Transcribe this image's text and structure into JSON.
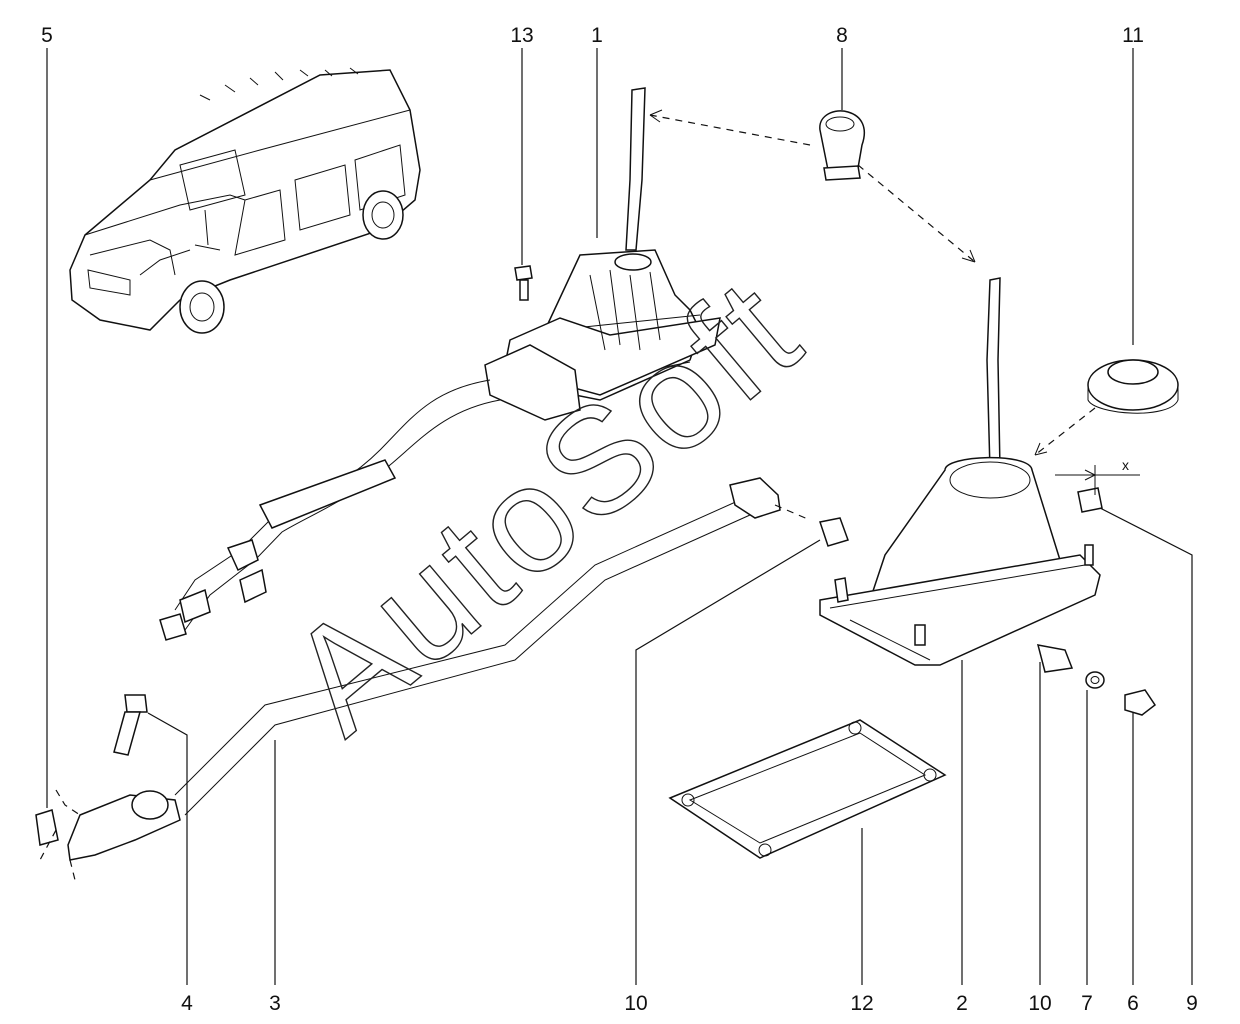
{
  "watermark": "AutoSoft",
  "corner_tag": "",
  "dimension_label": "x",
  "callouts": [
    {
      "id": "c5",
      "text": "5"
    },
    {
      "id": "c13",
      "text": "13"
    },
    {
      "id": "c1",
      "text": "1"
    },
    {
      "id": "c8",
      "text": "8"
    },
    {
      "id": "c11",
      "text": "11"
    },
    {
      "id": "c4",
      "text": "4"
    },
    {
      "id": "c3",
      "text": "3"
    },
    {
      "id": "c10a",
      "text": "10"
    },
    {
      "id": "c12",
      "text": "12"
    },
    {
      "id": "c2",
      "text": "2"
    },
    {
      "id": "c10b",
      "text": "10"
    },
    {
      "id": "c7",
      "text": "7"
    },
    {
      "id": "c6",
      "text": "6"
    },
    {
      "id": "c9",
      "text": "9"
    }
  ]
}
